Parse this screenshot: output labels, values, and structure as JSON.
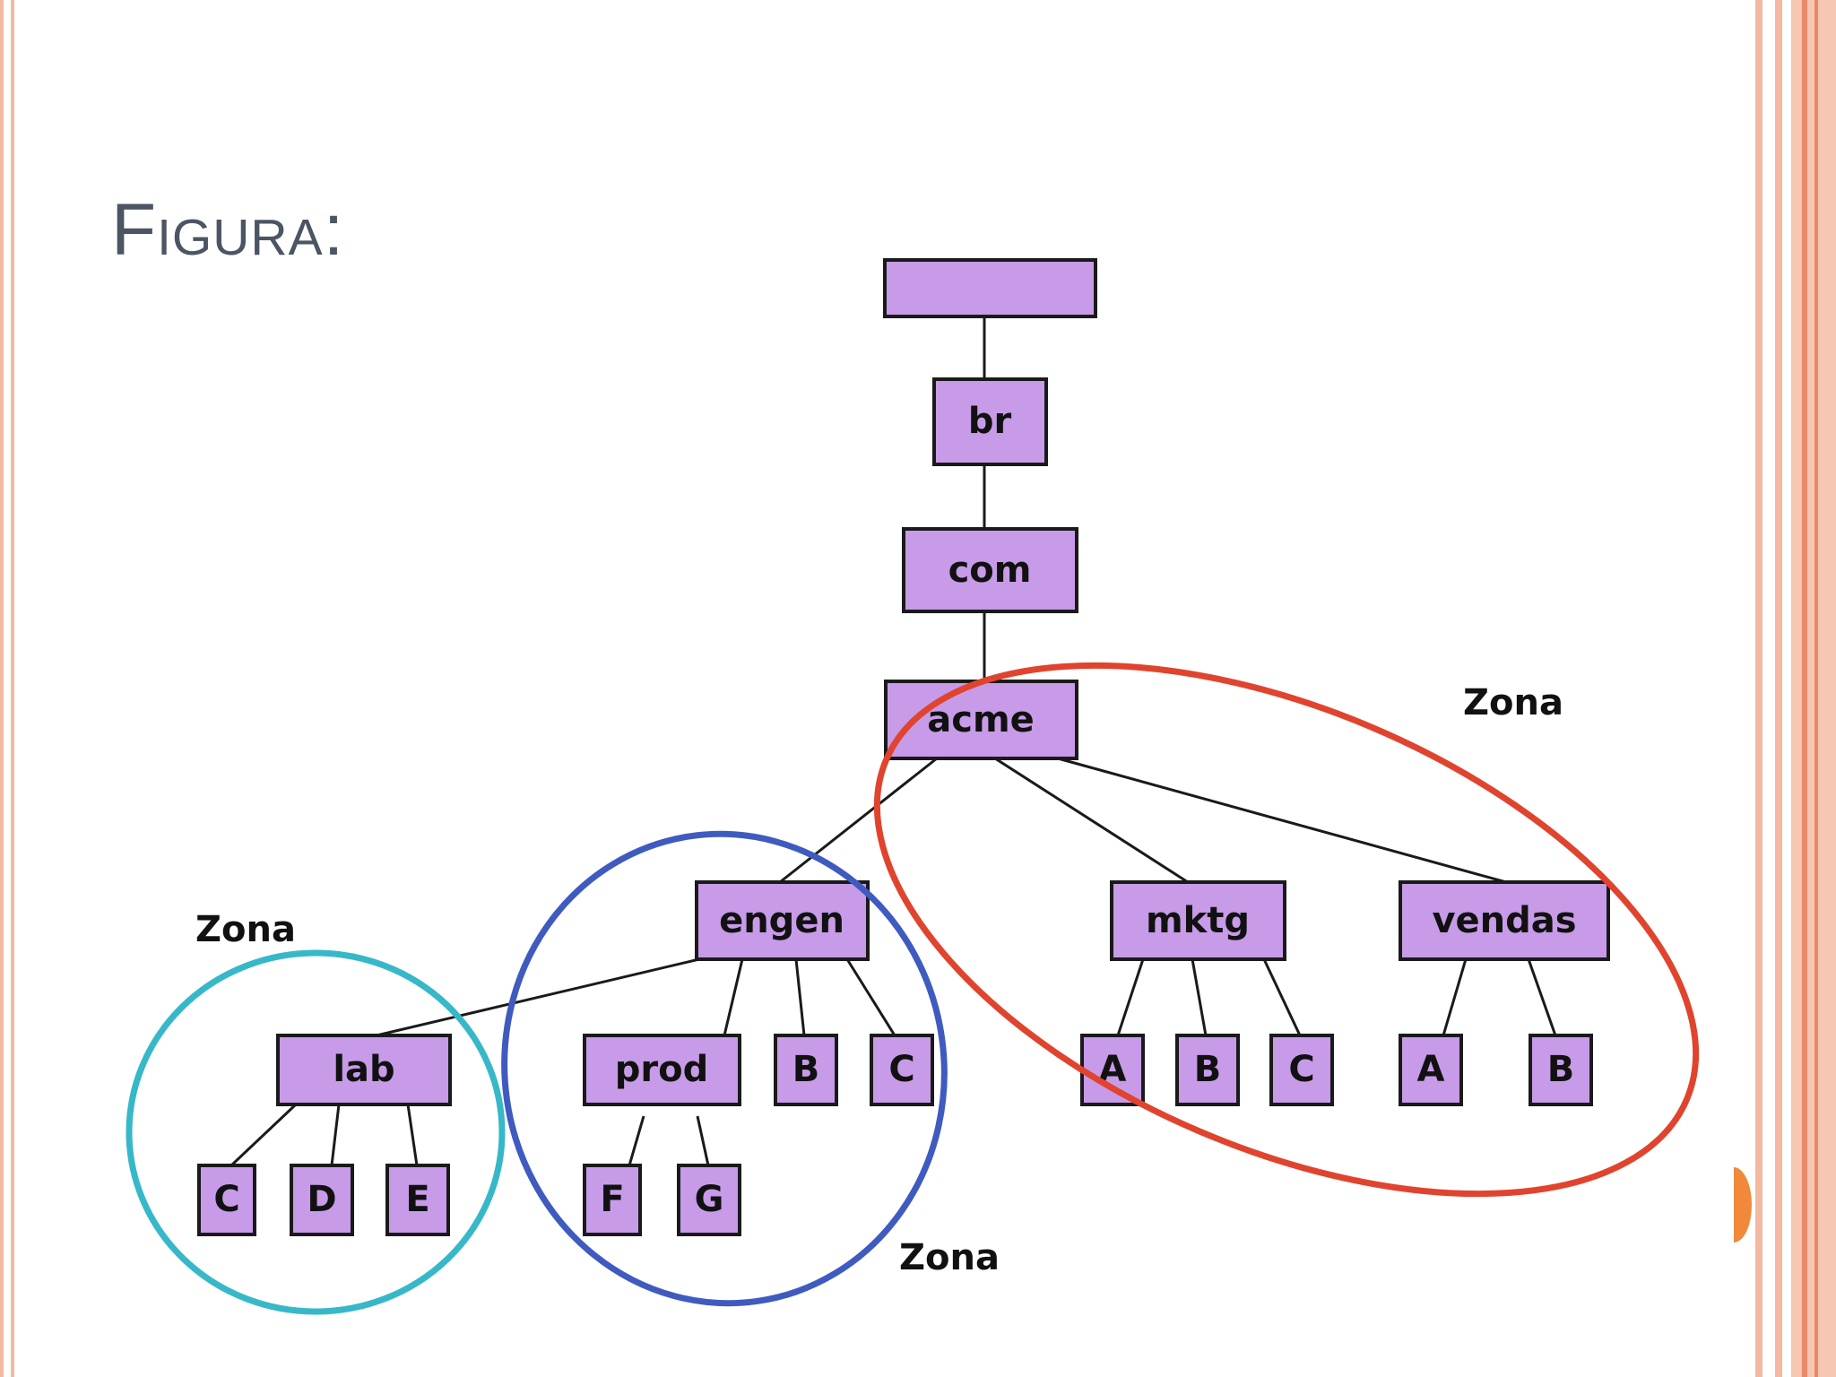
{
  "slide": {
    "title": "Figura:",
    "colors": {
      "frame": "#f4b9a1",
      "frame_dark": "#e8896a",
      "node_fill": "#c79be8",
      "node_stroke": "#1a1a1a",
      "zone_cyan": "#37b8c8",
      "zone_blue": "#3f5bbf",
      "zone_red": "#e0442e",
      "accent_orange": "#f08a3a"
    }
  },
  "diagram": {
    "nodes": {
      "root": "",
      "br": "br",
      "com": "com",
      "acme": "acme",
      "engen": "engen",
      "mktg": "mktg",
      "vendas": "vendas",
      "lab": "lab",
      "prod": "prod",
      "engen_b": "B",
      "engen_c": "C",
      "mktg_a": "A",
      "mktg_b": "B",
      "mktg_c": "C",
      "vendas_a": "A",
      "vendas_b": "B",
      "lab_c": "C",
      "lab_d": "D",
      "lab_e": "E",
      "prod_f": "F",
      "prod_g": "G"
    },
    "zones": {
      "lab_zone": "Zona",
      "engen_zone": "Zona",
      "acme_zone": "Zona"
    }
  }
}
